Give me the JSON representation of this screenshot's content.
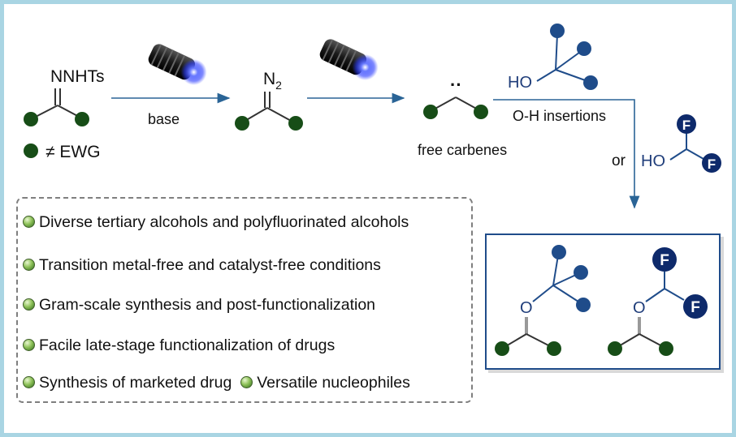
{
  "labels": {
    "hydrazone_group": "NNHTs",
    "not_ewg": "≠ EWG",
    "base": "base",
    "diazo_n": "N",
    "diazo_sub": "2",
    "free_carbenes": "free carbenes",
    "carbene_dots": "··",
    "ho": "HO",
    "oh_insertions": "O-H insertions",
    "or": "or",
    "fluorine": "F",
    "oxygen": "O"
  },
  "features": [
    "Diverse tertiary alcohols and polyfluorinated alcohols",
    "Transition metal-free and catalyst-free conditions",
    "Gram-scale synthesis and post-functionalization",
    "Facile late-stage functionalization of drugs",
    "Synthesis of marketed drug",
    "Versatile nucleophiles"
  ],
  "colors": {
    "frame": "#a9d5e3",
    "green_substituent": "#174d17",
    "blue_substituent": "#1f4c8a",
    "navy_fluorine": "#0e2a6b",
    "arrow": "#2a6496",
    "blue_led": "#2b3cff"
  },
  "icons": [
    "flashlight-icon",
    "bullet-icon"
  ]
}
